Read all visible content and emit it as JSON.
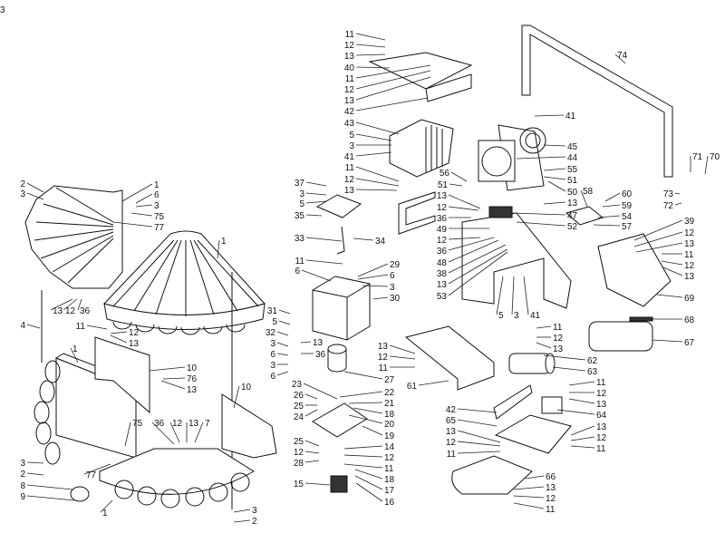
{
  "diagram": {
    "type": "exploded-parts-view",
    "corner_mark": "3",
    "labels": [
      "2",
      "3",
      "1",
      "6",
      "3",
      "75",
      "77",
      "1",
      "13",
      "12",
      "36",
      "4",
      "11",
      "12",
      "13",
      "10",
      "76",
      "13",
      "1",
      "10",
      "75",
      "36",
      "12",
      "13",
      "7",
      "3",
      "2",
      "77",
      "8",
      "9",
      "1",
      "3",
      "2",
      "11",
      "12",
      "13",
      "40",
      "11",
      "12",
      "13",
      "42",
      "43",
      "5",
      "3",
      "41",
      "11",
      "12",
      "13",
      "37",
      "3",
      "5",
      "35",
      "33",
      "34",
      "11",
      "29",
      "6",
      "6",
      "3",
      "30",
      "31",
      "5",
      "32",
      "3",
      "13",
      "36",
      "6",
      "3",
      "6",
      "27",
      "23",
      "26",
      "22",
      "25",
      "21",
      "24",
      "18",
      "20",
      "19",
      "25",
      "14",
      "12",
      "12",
      "28",
      "11",
      "18",
      "15",
      "17",
      "16",
      "56",
      "51",
      "13",
      "12",
      "36",
      "49",
      "12",
      "36",
      "48",
      "38",
      "13",
      "53",
      "5",
      "3",
      "41",
      "41",
      "45",
      "44",
      "55",
      "51",
      "50",
      "13",
      "47",
      "52",
      "58",
      "60",
      "59",
      "54",
      "57",
      "74",
      "71",
      "70",
      "73",
      "72",
      "39",
      "12",
      "13",
      "11",
      "12",
      "13",
      "69",
      "68",
      "67",
      "13",
      "12",
      "11",
      "61",
      "11",
      "12",
      "13",
      "62",
      "63",
      "11",
      "12",
      "13",
      "64",
      "13",
      "12",
      "11",
      "42",
      "65",
      "13",
      "12",
      "11",
      "66",
      "13",
      "12",
      "11"
    ]
  }
}
